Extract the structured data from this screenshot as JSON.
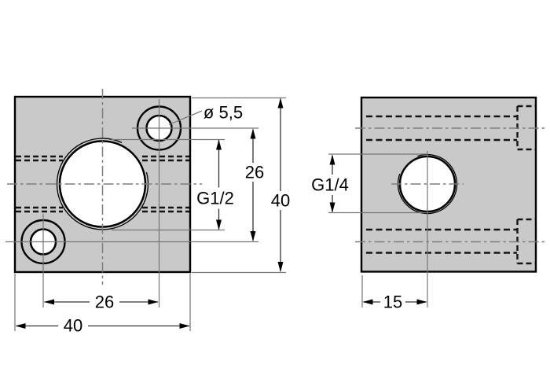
{
  "colors": {
    "background": "#ffffff",
    "body_fill": "#c9c9c9",
    "outline": "#000000",
    "hidden_line": "#141414",
    "center_line": "#7d7d7d",
    "extension_line": "#757575",
    "dimension_line": "#333333",
    "text": "#000000"
  },
  "front_view": {
    "labels": {
      "hole_diameter": "ø 5,5",
      "hole_spacing_vertical": "26",
      "thread": "G1/2",
      "height": "40",
      "hole_spacing_horizontal": "26",
      "width": "40"
    }
  },
  "side_view": {
    "labels": {
      "thread": "G1/4",
      "port_offset": "15"
    }
  }
}
